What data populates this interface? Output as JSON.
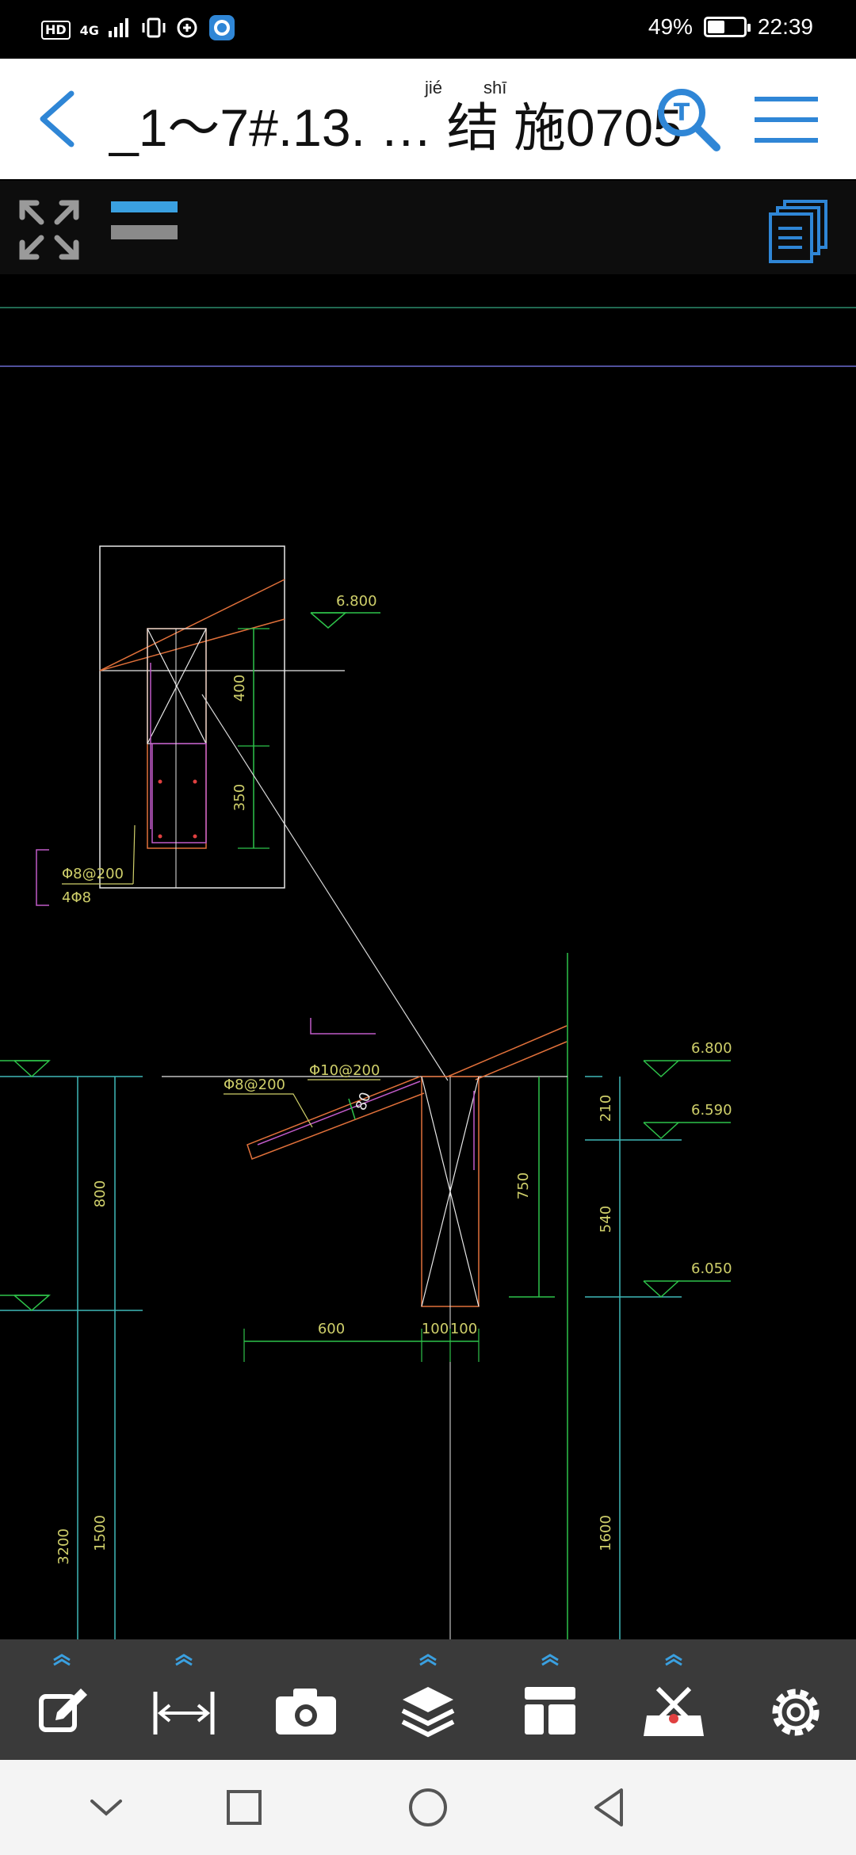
{
  "status_bar": {
    "hd": "HD",
    "network": "4G",
    "battery_percent": "49%",
    "battery_level": 0.49,
    "time": "22:39"
  },
  "title_bar": {
    "title": "_1～7#.13. … 结 施0705",
    "pinyin_1": "jié",
    "pinyin_2": "shī"
  },
  "drawing": {
    "labels": {
      "elev_top_detail": "6.800",
      "dim_400": "400",
      "dim_350": "350",
      "rebar_a": "Φ8@200",
      "rebar_b": "4Φ8",
      "rebar_c": "Φ10@200",
      "rebar_d": "Φ8@200",
      "slab_80": "80",
      "elev_1": "6.800",
      "elev_2": "6.590",
      "elev_3": "6.050",
      "dim_210": "210",
      "dim_540": "540",
      "dim_750": "750",
      "dim_800": "800",
      "dim_600": "600",
      "dim_100a": "100",
      "dim_100b": "100",
      "dim_3200": "3200",
      "dim_1500": "1500",
      "dim_1600": "1600"
    }
  },
  "colors": {
    "accent": "#2f86d6",
    "cad_green": "#2ec24a",
    "cad_cyan": "#3fb8b8",
    "cad_orange": "#e0703a",
    "cad_yellow": "#cfcf6a",
    "cad_magenta": "#c05ac8"
  }
}
